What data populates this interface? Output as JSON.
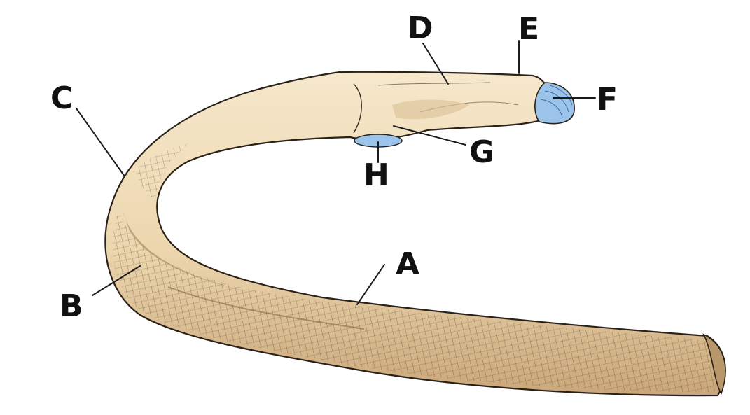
{
  "labels": {
    "A": "A",
    "B": "B",
    "C": "C",
    "D": "D",
    "E": "E",
    "F": "F",
    "G": "G",
    "H": "H"
  },
  "colors": {
    "bone": "#f3e3c4",
    "bone_shadow": "#c9ab80",
    "outline": "#2a2118",
    "hatch": "#4a3a28",
    "cartilage": "#9cc4ea",
    "cartilage_lines": "#3f6f9e",
    "leader": "#1a1a1a"
  }
}
